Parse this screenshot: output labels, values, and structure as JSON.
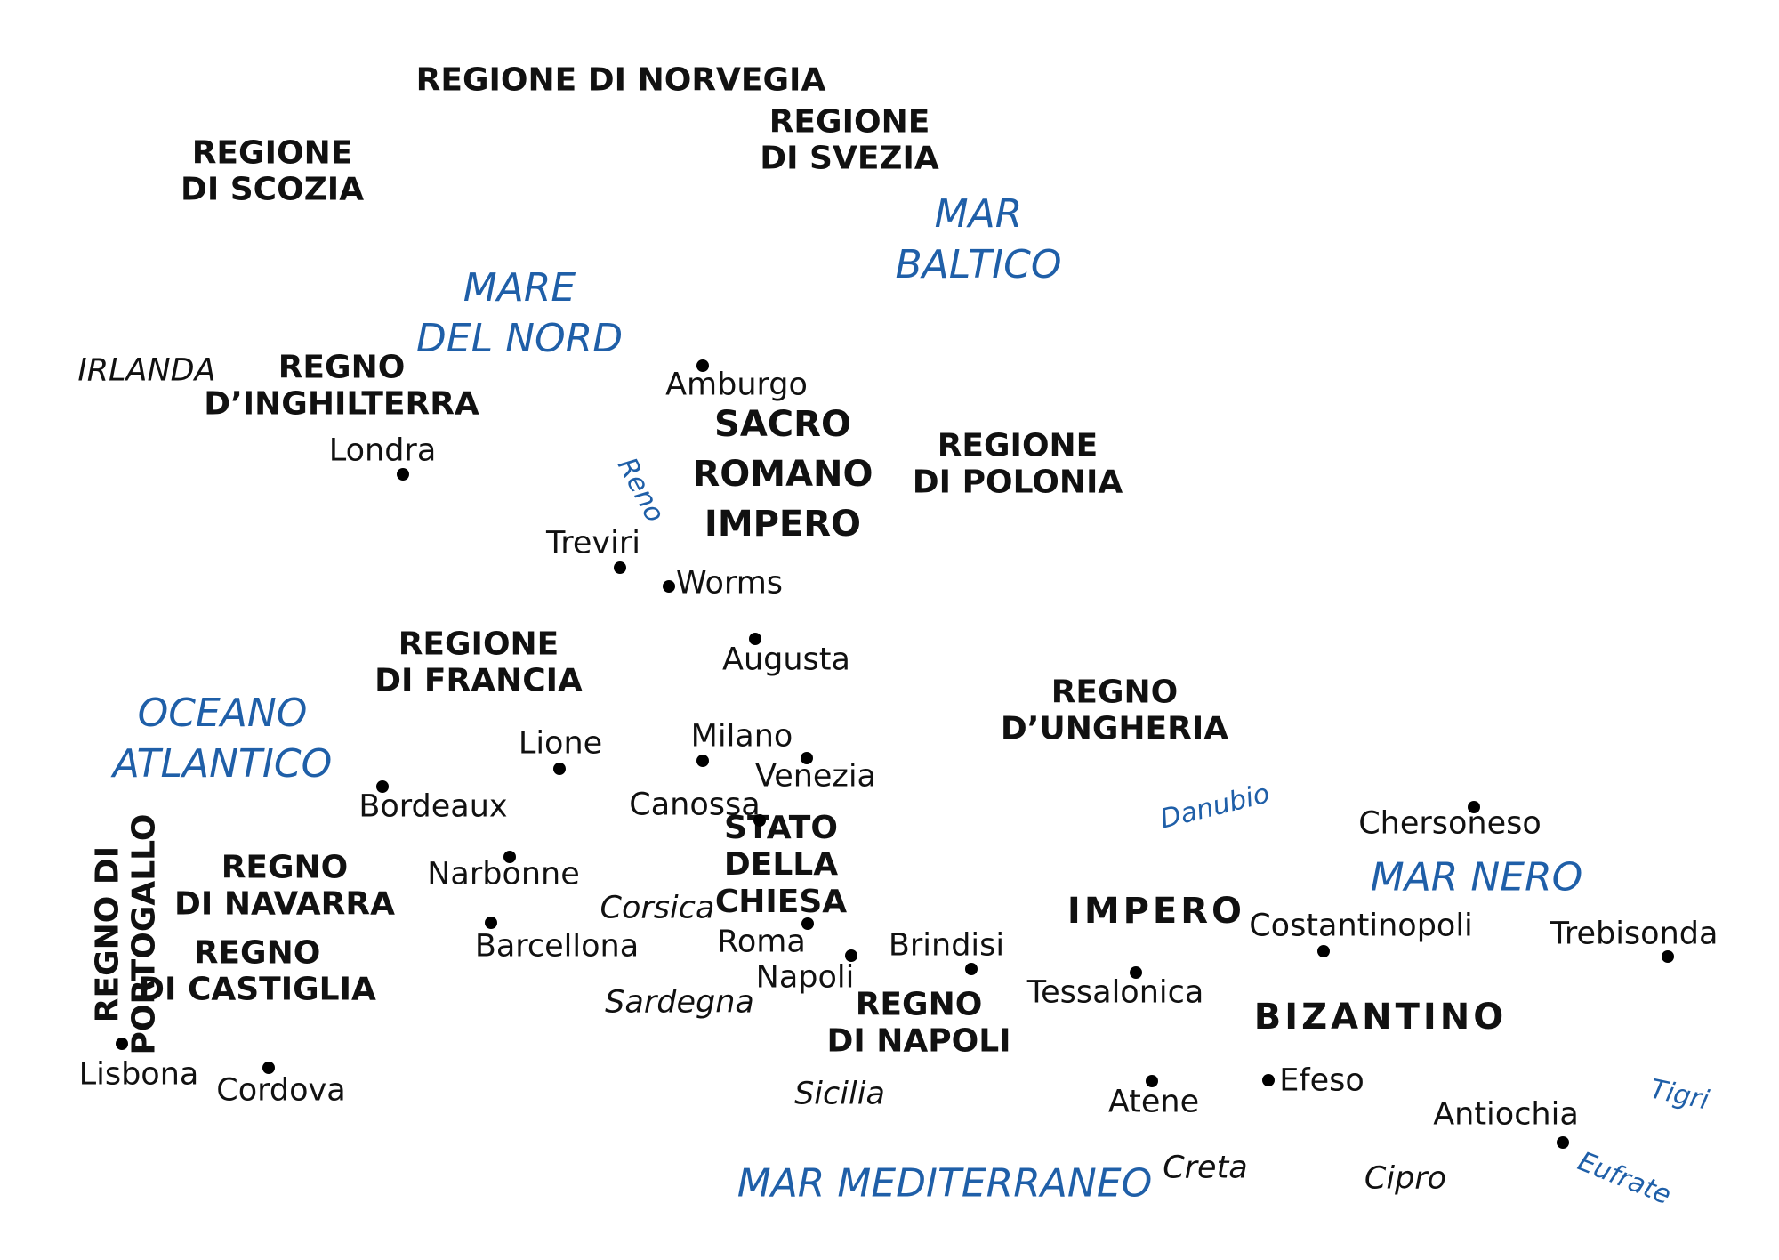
{
  "colors": {
    "water": "#1f5fa8",
    "text": "#111111",
    "dots": "#000000"
  },
  "regions": {
    "norvegia": "REGIONE DI NORVEGIA",
    "svezia": [
      "REGIONE",
      "DI SVEZIA"
    ],
    "scozia": [
      "REGIONE",
      "DI SCOZIA"
    ],
    "inghilterra": [
      "REGNO",
      "D’INGHILTERRA"
    ],
    "sacro_romano_impero": [
      "SACRO",
      "ROMANO",
      "IMPERO"
    ],
    "polonia": [
      "REGIONE",
      "DI POLONIA"
    ],
    "francia": [
      "REGIONE",
      "DI FRANCIA"
    ],
    "ungheria": [
      "REGNO",
      "D’UNGHERIA"
    ],
    "stato_chiesa": [
      "STATO",
      "DELLA",
      "CHIESA"
    ],
    "navarra": [
      "REGNO",
      "DI NAVARRA"
    ],
    "castiglia": [
      "REGNO",
      "DI CASTIGLIA"
    ],
    "portogallo": [
      "REGNO DI",
      "PORTOGALLO"
    ],
    "napoli": [
      "REGNO",
      "DI NAPOLI"
    ],
    "impero": "IMPERO",
    "bizantino": "BIZANTINO"
  },
  "seas": {
    "baltico": [
      "MAR",
      "BALTICO"
    ],
    "nord": [
      "MARE",
      "DEL NORD"
    ],
    "atlantico": [
      "OCEANO",
      "ATLANTICO"
    ],
    "nero": "MAR NERO",
    "mediterraneo": "MAR MEDITERRANEO"
  },
  "rivers": {
    "reno": "Reno",
    "danubio": "Danubio",
    "tigri": "Tigri",
    "eufrate": "Eufrate"
  },
  "islands": {
    "irlanda": "IRLANDA",
    "corsica": "Corsica",
    "sardegna": "Sardegna",
    "sicilia": "Sicilia",
    "creta": "Creta",
    "cipro": "Cipro"
  },
  "cities": {
    "amburgo": "Amburgo",
    "londra": "Londra",
    "treviri": "Treviri",
    "worms": "Worms",
    "augusta": "Augusta",
    "lione": "Lione",
    "milano": "Milano",
    "venezia": "Venezia",
    "bordeaux": "Bordeaux",
    "canossa": "Canossa",
    "narbonne": "Narbonne",
    "barcellona": "Barcellona",
    "roma": "Roma",
    "napoli": "Napoli",
    "brindisi": "Brindisi",
    "tessalonica": "Tessalonica",
    "costantinopoli": "Costantinopoli",
    "chersoneso": "Chersoneso",
    "trebisonda": "Trebisonda",
    "lisbona": "Lisbona",
    "cordova": "Cordova",
    "atene": "Atene",
    "efeso": "Efeso",
    "antiochia": "Antiochia"
  }
}
